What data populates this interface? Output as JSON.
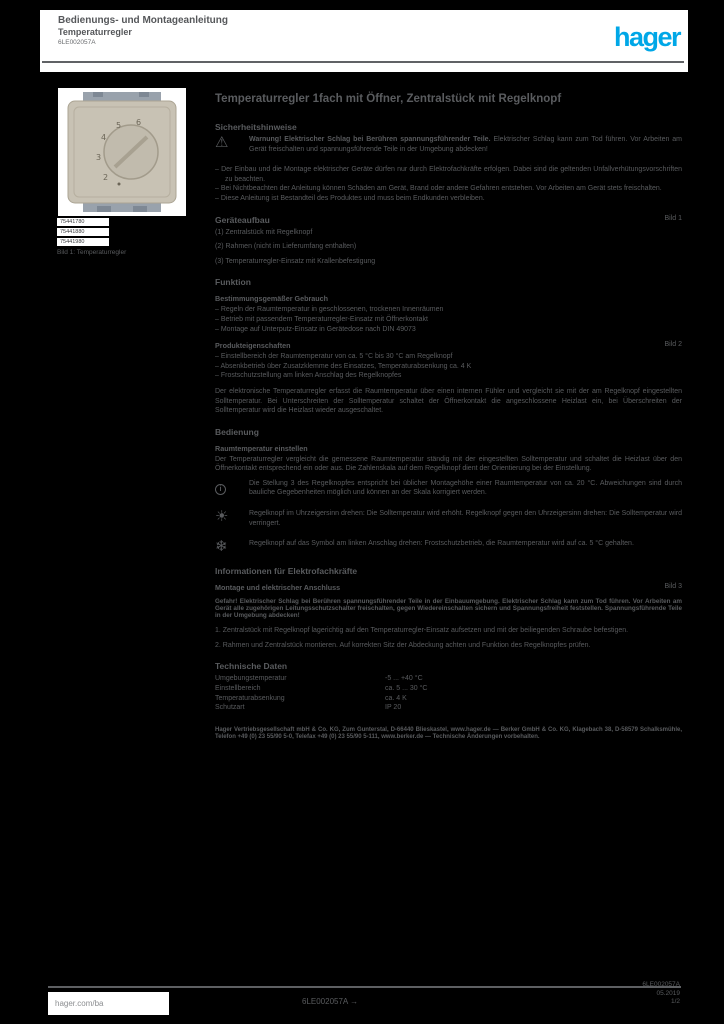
{
  "brand": {
    "logo_text": "hager",
    "logo_color": "#00a7e7"
  },
  "header": {
    "line1": "Bedienungs- und Montageanleitung",
    "line2": "Temperaturregler",
    "line3": "6LE002057A"
  },
  "photo": {
    "caption": "Bild 1: Temperaturregler",
    "refs": [
      "75441780",
      "75441880",
      "75441980"
    ],
    "dial_numbers": [
      "2",
      "3",
      "4",
      "5",
      "6"
    ]
  },
  "doc": {
    "title": "Temperaturregler 1fach mit Öffner, Zentralstück mit Regelknopf",
    "safety": {
      "heading": "Sicherheitshinweise",
      "warn_icon": "⚠",
      "warn_lead": "Warnung! Elektrischer Schlag bei Berühren spannungsführender Teile.",
      "warn_text": "Elektrischer Schlag kann zum Tod führen. Vor Arbeiten am Gerät freischalten und spannungsführende Teile in der Umgebung abdecken!",
      "bullets": [
        "– Der Einbau und die Montage elektrischer Geräte dürfen nur durch Elektrofachkräfte erfolgen. Dabei sind die geltenden Unfallverhütungsvorschriften zu beachten.",
        "– Bei Nichtbeachten der Anleitung können Schäden am Gerät, Brand oder andere Gefahren entstehen. Vor Arbeiten am Gerät stets freischalten.",
        "– Diese Anleitung ist Bestandteil des Produktes und muss beim Endkunden verbleiben."
      ]
    },
    "device": {
      "heading": "Geräteaufbau",
      "fig": "Bild 1",
      "lines": [
        "(1) Zentralstück mit Regelknopf",
        "(2) Rahmen (nicht im Lieferumfang enthalten)",
        "(3) Temperaturregler-Einsatz mit Krallenbefestigung"
      ]
    },
    "function": {
      "heading": "Funktion",
      "use_heading": "Bestimmungsgemäßer Gebrauch",
      "use_bullets": [
        "– Regeln der Raumtemperatur in geschlossenen, trockenen Innenräumen",
        "– Betrieb mit passendem Temperaturregler-Einsatz mit Öffnerkontakt",
        "– Montage auf Unterputz-Einsatz in Gerätedose nach DIN 49073"
      ],
      "prop_heading": "Produkteigenschaften",
      "fig": "Bild 2",
      "prop_bullets": [
        "– Einstellbereich der Raumtemperatur von ca. 5 °C bis 30 °C am Regelknopf",
        "– Absenkbetrieb über Zusatzklemme des Einsatzes, Temperaturabsenkung ca. 4 K",
        "– Frostschutzstellung am linken Anschlag des Regelknopfes"
      ],
      "intro": "Der elektronische Temperaturregler erfasst die Raumtemperatur über einen internen Fühler und vergleicht sie mit der am Regelknopf eingestellten Solltemperatur. Bei Unterschreiten der Solltemperatur schaltet der Öffnerkontakt die angeschlossene Heizlast ein, bei Überschreiten der Solltemperatur wird die Heizlast wieder ausgeschaltet."
    },
    "operation": {
      "heading": "Bedienung",
      "sub_heading": "Raumtemperatur einstellen",
      "intro": "Der Temperaturregler vergleicht die gemessene Raumtemperatur ständig mit der eingestellten Solltemperatur und schaltet die Heizlast über den Öffnerkontakt entsprechend ein oder aus. Die Zahlenskala auf dem Regelknopf dient der Orientierung bei der Einstellung.",
      "note_icon": "i",
      "note": "Die Stellung 3 des Regelknopfes entspricht bei üblicher Montagehöhe einer Raumtemperatur von ca. 20 °C. Abweichungen sind durch bauliche Gegebenheiten möglich und können an der Skala korrigiert werden.",
      "item_sun_icon": "☀",
      "item_sun": "Regelknopf im Uhrzeigersinn drehen: Die Solltemperatur wird erhöht. Regelknopf gegen den Uhrzeigersinn drehen: Die Solltemperatur wird verringert.",
      "item_frost_icon": "❄",
      "item_frost": "Regelknopf auf das Symbol am linken Anschlag drehen: Frostschutzbetrieb, die Raumtemperatur wird auf ca. 5 °C gehalten."
    },
    "install": {
      "heading": "Informationen für Elektrofachkräfte",
      "sub_heading": "Montage und elektrischer Anschluss",
      "fig": "Bild 3",
      "danger": "Gefahr! Elektrischer Schlag bei Berühren spannungsführender Teile in der Einbauumgebung. Elektrischer Schlag kann zum Tod führen. Vor Arbeiten am Gerät alle zugehörigen Leitungsschutzschalter freischalten, gegen Wiedereinschalten sichern und Spannungsfreiheit feststellen. Spannungsführende Teile in der Umgebung abdecken!",
      "steps": [
        "1. Zentralstück mit Regelknopf lagerichtig auf den Temperaturregler-Einsatz aufsetzen und mit der beiliegenden Schraube befestigen.",
        "2. Rahmen und Zentralstück montieren. Auf korrekten Sitz der Abdeckung achten und Funktion des Regelknopfes prüfen."
      ]
    },
    "tech": {
      "heading": "Technische Daten",
      "rows": [
        {
          "k": "Umgebungstemperatur",
          "v": "-5 ... +40 °C"
        },
        {
          "k": "Einstellbereich",
          "v": "ca. 5 ... 30 °C"
        },
        {
          "k": "Temperaturabsenkung",
          "v": "ca. 4 K"
        },
        {
          "k": "Schutzart",
          "v": "IP 20"
        }
      ]
    },
    "address": "Hager Vertriebsgesellschaft mbH & Co. KG, Zum Gunterstal, D-66440 Blieskastel, www.hager.de — Berker GmbH & Co. KG, Klagebach 38, D-58579 Schalksmühle, Telefon +49 (0) 23 55/90 5-0, Telefax +49 (0) 23 55/90 5-111, www.berker.de — Technische Änderungen vorbehalten."
  },
  "footer": {
    "site": "hager.com/ba",
    "center": "6LE002057A",
    "center_arrow": "→",
    "right1": "6LE002057A",
    "right2": "05.2019",
    "right3": "1/2"
  }
}
